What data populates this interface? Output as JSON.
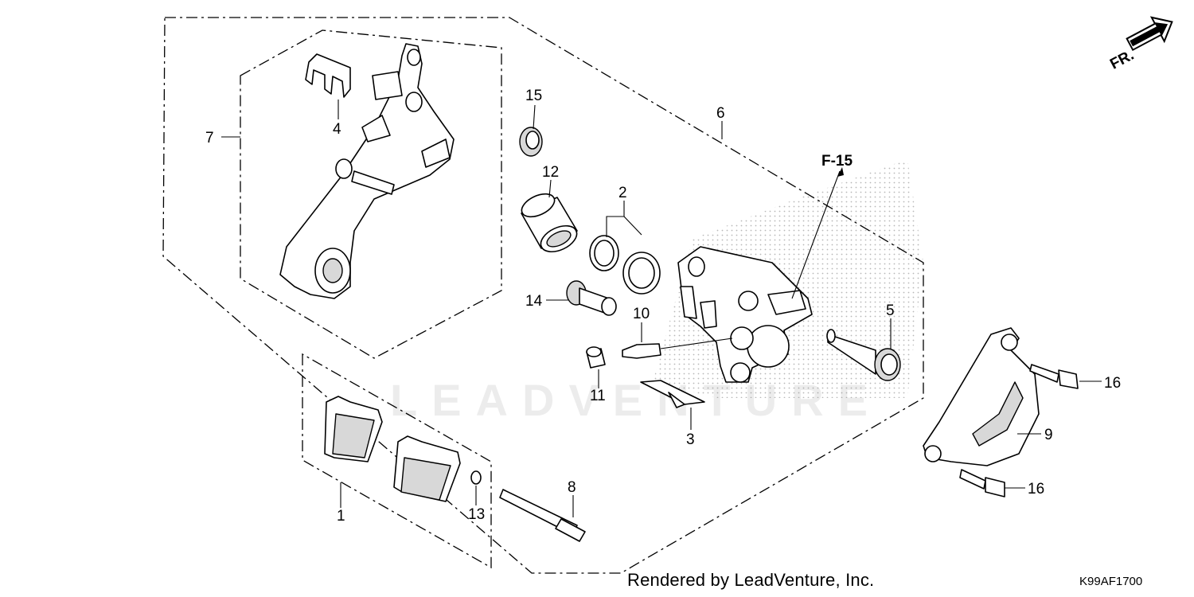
{
  "diagram": {
    "orientation_label": "FR.",
    "reference_label": "F-15",
    "credit": "Rendered by LeadVenture, Inc.",
    "diagram_code": "K99AF1700",
    "watermark": "LEADVENTURE",
    "callouts": {
      "c1": "1",
      "c2": "2",
      "c3": "3",
      "c4": "4",
      "c5": "5",
      "c6": "6",
      "c7": "7",
      "c8": "8",
      "c9": "9",
      "c10": "10",
      "c11": "11",
      "c12": "12",
      "c13": "13",
      "c14": "14",
      "c15": "15",
      "c16a": "16",
      "c16b": "16"
    }
  }
}
